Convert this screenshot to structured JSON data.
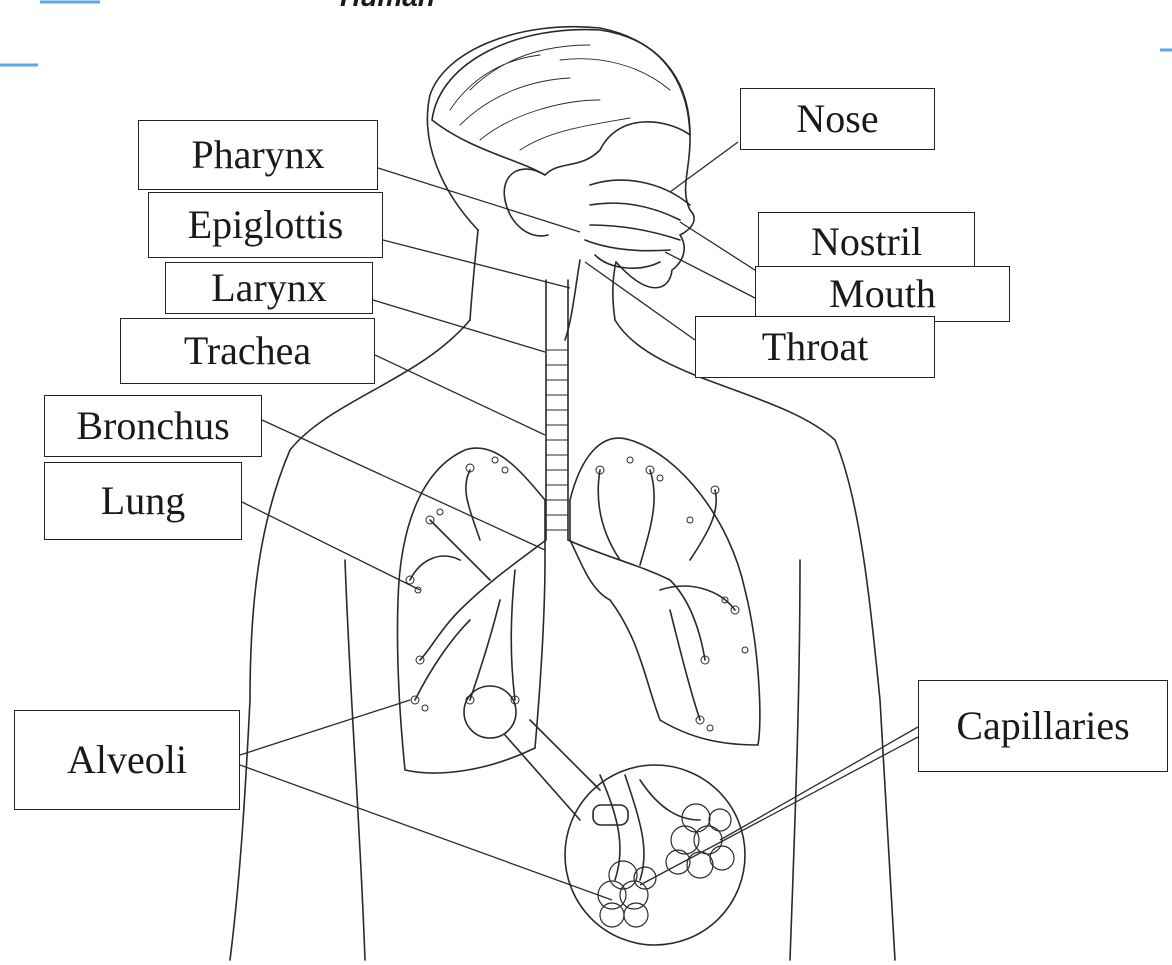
{
  "diagram": {
    "title_fragment": "Human",
    "colors": {
      "ink": "#1a1a1a",
      "page": "#ffffff",
      "accent": "#5aa9e6"
    },
    "labels": {
      "pharynx": "Pharynx",
      "epiglottis": "Epiglottis",
      "larynx": "Larynx",
      "trachea": "Trachea",
      "bronchus": "Bronchus",
      "lung": "Lung",
      "alveoli": "Alveoli",
      "nose": "Nose",
      "nostril": "Nostril",
      "mouth": "Mouth",
      "throat": "Throat",
      "capillaries": "Capillaries"
    }
  }
}
